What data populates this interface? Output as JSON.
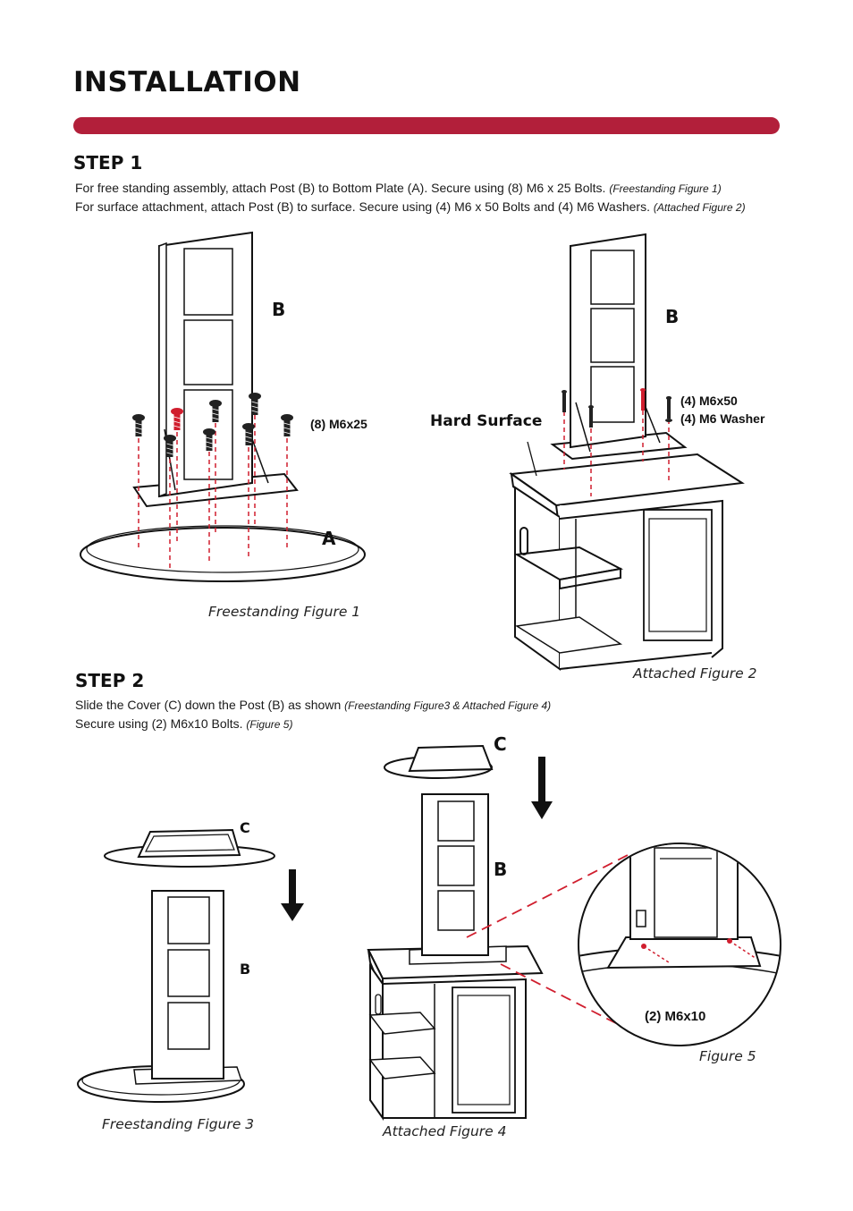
{
  "page": {
    "title": "INSTALLATION",
    "accent_color": "#b21f3a"
  },
  "step1": {
    "heading": "STEP 1",
    "line1_text": "For free standing assembly, attach Post (B) to Bottom Plate (A). Secure using (8) M6 x 25 Bolts.",
    "line1_ref": "(Freestanding Figure 1)",
    "line2_text": "For surface attachment, attach Post (B) to surface. Secure using (4) M6 x 50 Bolts and (4) M6 Washers.",
    "line2_ref": "(Attached Figure 2)"
  },
  "figure1": {
    "label_post": "B",
    "label_plate": "A",
    "hardware": "(8) M6x25",
    "caption": "Freestanding Figure 1"
  },
  "figure2": {
    "label_post": "B",
    "surface_label": "Hard Surface",
    "hardware_line1": "(4) M6x50",
    "hardware_line2": "(4) M6 Washer",
    "caption": "Attached Figure 2"
  },
  "step2": {
    "heading": "STEP 2",
    "line1_text": "Slide the Cover (C) down the Post (B) as shown",
    "line1_ref": "(Freestanding Figure3 & Attached Figure 4)",
    "line2_text": "Secure using (2) M6x10 Bolts.",
    "line2_ref": "(Figure 5)"
  },
  "figure3": {
    "label_cover": "C",
    "label_post": "B",
    "caption": "Freestanding Figure 3"
  },
  "figure4": {
    "label_cover": "C",
    "label_post": "B",
    "caption": "Attached Figure 4"
  },
  "figure5": {
    "hardware": "(2) M6x10",
    "caption": "Figure 5"
  },
  "icons": [
    "bolt-icon",
    "washer-icon",
    "arrow-down-icon"
  ]
}
